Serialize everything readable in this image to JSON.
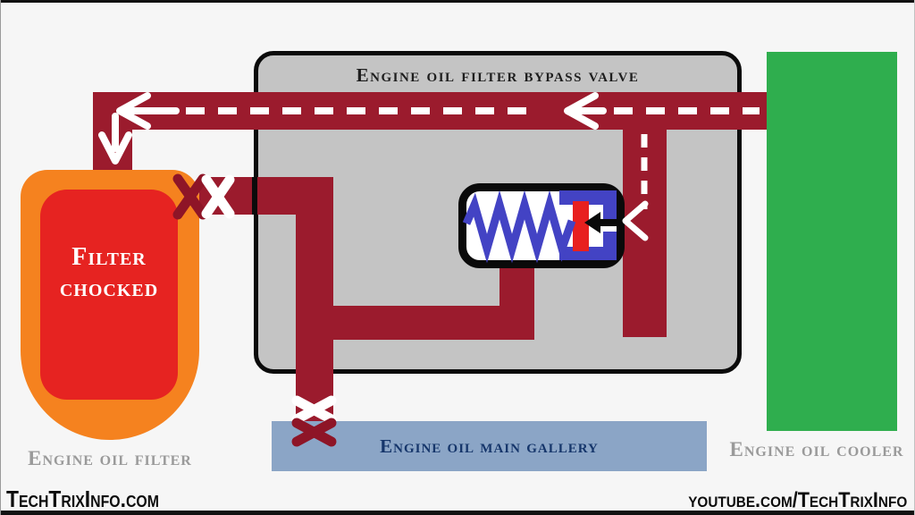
{
  "title": "Engine oil filter bypass valve",
  "filter": {
    "status_line1": "Filter",
    "status_line2": "chocked",
    "label": "Engine oil filter"
  },
  "cooler": {
    "label": "Engine oil cooler"
  },
  "gallery": {
    "label": "Engine oil main gallery"
  },
  "footer": {
    "left": "TechTrixInfo.com",
    "right": "youtube.com/TechTrixInfo"
  },
  "colors": {
    "background": "#f6f6f6",
    "pipe": "#9b1b2d",
    "pipe_dark_x": "#8e1527",
    "filter_outer": "#f5821f",
    "filter_inner": "#e62321",
    "cooler_green": "#2fae4e",
    "valve_box_gray": "#c4c4c4",
    "gallery_blue": "#8ba5c6",
    "gallery_text": "#16366b",
    "spring_blue": "#4343c4",
    "piston_red": "#e8201f",
    "label_gray": "#9a9a9a"
  }
}
